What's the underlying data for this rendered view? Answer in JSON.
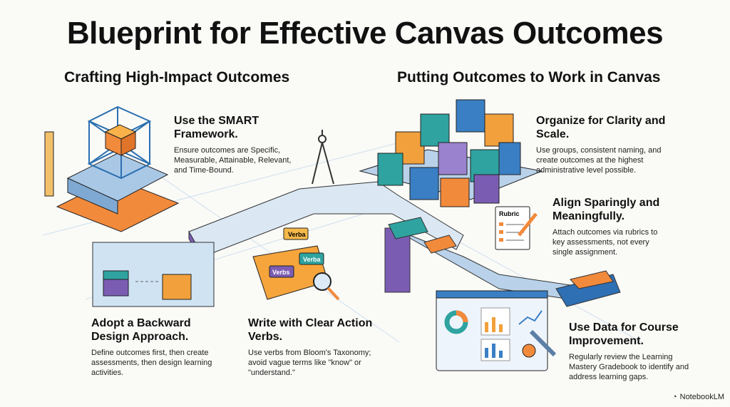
{
  "title": "Blueprint for Effective Canvas Outcomes",
  "left_section": {
    "heading": "Crafting High-Impact Outcomes",
    "tips": [
      {
        "title": "Use the SMART Framework.",
        "body": "Ensure outcomes are Specific, Measurable, Attainable, Relevant, and Time-Bound."
      },
      {
        "title": "Adopt a Backward Design Approach.",
        "body": "Define outcomes first, then create assessments, then design learning activities."
      },
      {
        "title": "Write with Clear Action Verbs.",
        "body": "Use verbs from Bloom's Taxonomy; avoid vague terms like \"know\" or \"understand.\""
      }
    ]
  },
  "right_section": {
    "heading": "Putting Outcomes to Work in Canvas",
    "tips": [
      {
        "title": "Organize for Clarity and Scale.",
        "body": "Use groups, consistent naming, and create outcomes at the highest administrative level possible."
      },
      {
        "title": "Align Sparingly and Meaningfully.",
        "body": "Attach outcomes via rubrics to key assessments, not every single assignment."
      },
      {
        "title": "Use Data for Course Improvement.",
        "body": "Regularly review the Learning Mastery Gradebook to identify and address learning gaps."
      }
    ]
  },
  "illustration_labels": {
    "verb1": "Verba",
    "verb2": "Verba",
    "verb3": "Verbs",
    "rubric": "Rubric"
  },
  "brand": "NotebookLM",
  "colors": {
    "orange": "#f28a3c",
    "blue": "#3a7fc4",
    "teal": "#2fa3a0",
    "purple": "#7b5cb3",
    "yellow": "#f2b33c"
  }
}
